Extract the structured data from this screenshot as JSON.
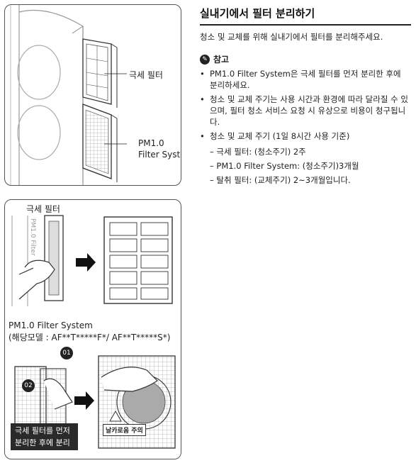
{
  "top_panel": {
    "label_fine_filter": "극세 필터",
    "label_pm_line1": "PM1.0",
    "label_pm_line2": "Filter System"
  },
  "bottom_panel": {
    "label_fine_filter": "극세 필터",
    "vertical_label": "PM1.0 Filter",
    "pm_title": "PM1.0 Filter System",
    "pm_models": "(해당모델 : AF**T*****F*/ AF**T*****S*)",
    "step1": "01",
    "step2": "02",
    "warning_line1": "극세 필터를 먼저",
    "warning_line2": "분리한 후에 분리",
    "caution": "날카로움 주의"
  },
  "content": {
    "title": "실내기에서 필터 분리하기",
    "intro": "청소 및 교체를 위해 실내기에서 필터를 분리해주세요.",
    "note_label": "참고",
    "bullets": [
      "PM1.0 Filter System은 극세 필터를 먼저 분리한 후에 분리하세요.",
      "청소 및 교체 주기는 사용 시간과 환경에 따라 달라질 수 있으며, 필터 청소 서비스 요청 시 유상으로 비용이 청구됩니다.",
      "청소 및 교체 주기 (1일 8시간 사용 기준)"
    ],
    "sub_items": [
      "–   극세 필터: (청소주기) 2주",
      "–   PM1.0 Filter System: (청소주기)3개월",
      "–   탈취 필터: (교체주기) 2~3개월입니다."
    ]
  }
}
